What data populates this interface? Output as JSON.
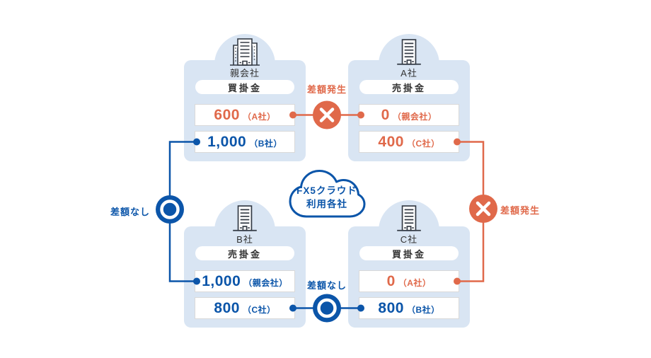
{
  "colors": {
    "orange": "#e0694a",
    "blue": "#0b55a9",
    "card_background": "#d9e5f3",
    "row_border": "#d9d9d9",
    "text_dark": "#333333"
  },
  "cloud": {
    "line1": "FX5クラウド",
    "line2": "利用各社"
  },
  "cards": [
    {
      "name": "親会社",
      "account": "買掛金",
      "rows": [
        {
          "value": "600",
          "party": "（A社）",
          "color": "orange"
        },
        {
          "value": "1,000",
          "party": "（B社）",
          "color": "blue"
        }
      ]
    },
    {
      "name": "A社",
      "account": "売掛金",
      "rows": [
        {
          "value": "0",
          "party": "（親会社）",
          "color": "orange"
        },
        {
          "value": "400",
          "party": "（C社）",
          "color": "orange"
        }
      ]
    },
    {
      "name": "B社",
      "account": "売掛金",
      "rows": [
        {
          "value": "1,000",
          "party": "（親会社）",
          "color": "blue"
        },
        {
          "value": "800",
          "party": "（C社）",
          "color": "blue"
        }
      ]
    },
    {
      "name": "C社",
      "account": "買掛金",
      "rows": [
        {
          "value": "0",
          "party": "（A社）",
          "color": "orange"
        },
        {
          "value": "800",
          "party": "（B社）",
          "color": "blue"
        }
      ]
    }
  ],
  "connections": [
    {
      "label": "差額発生",
      "status": "mismatch",
      "between": "親会社買掛金600 - A社売掛金0"
    },
    {
      "label": "差額発生",
      "status": "mismatch",
      "between": "A社売掛金400 - C社買掛金0"
    },
    {
      "label": "差額なし",
      "status": "match",
      "between": "親会社買掛金1,000 - B社売掛金1,000"
    },
    {
      "label": "差額なし",
      "status": "match",
      "between": "B社売掛金800 - C社買掛金800"
    }
  ]
}
